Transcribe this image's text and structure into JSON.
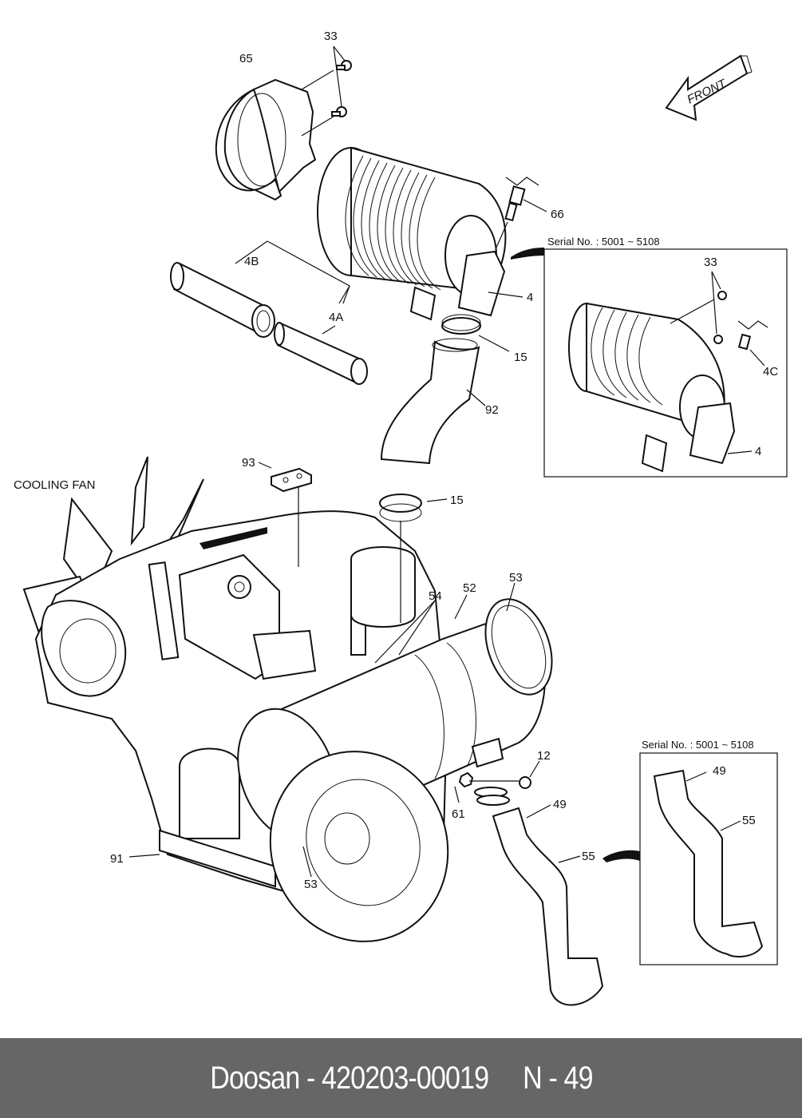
{
  "diagram": {
    "title": "Doosan air cleaner / engine intake parts diagram",
    "front_arrow_label": "FRONT",
    "cooling_fan_label": "COOLING FAN",
    "inset_top": {
      "serial_label": "Serial No.  : 5001 ~ 5108",
      "callouts": [
        "33",
        "4C",
        "4"
      ]
    },
    "inset_bottom": {
      "serial_label": "Serial No.  : 5001 ~ 5108",
      "callouts": [
        "49",
        "55"
      ]
    },
    "callouts": {
      "c33": "33",
      "c65": "65",
      "c66": "66",
      "c4B": "4B",
      "c4A": "4A",
      "c4": "4",
      "c15a": "15",
      "c92": "92",
      "c93": "93",
      "c15b": "15",
      "c54": "54",
      "c52": "52",
      "c53a": "53",
      "c12": "12",
      "c61": "61",
      "c49": "49",
      "c55": "55",
      "c91": "91",
      "c53b": "53"
    }
  },
  "footer": {
    "brand": "Doosan",
    "separator": " - ",
    "part_number": "420203-00019",
    "page_ref": "N - 49"
  }
}
